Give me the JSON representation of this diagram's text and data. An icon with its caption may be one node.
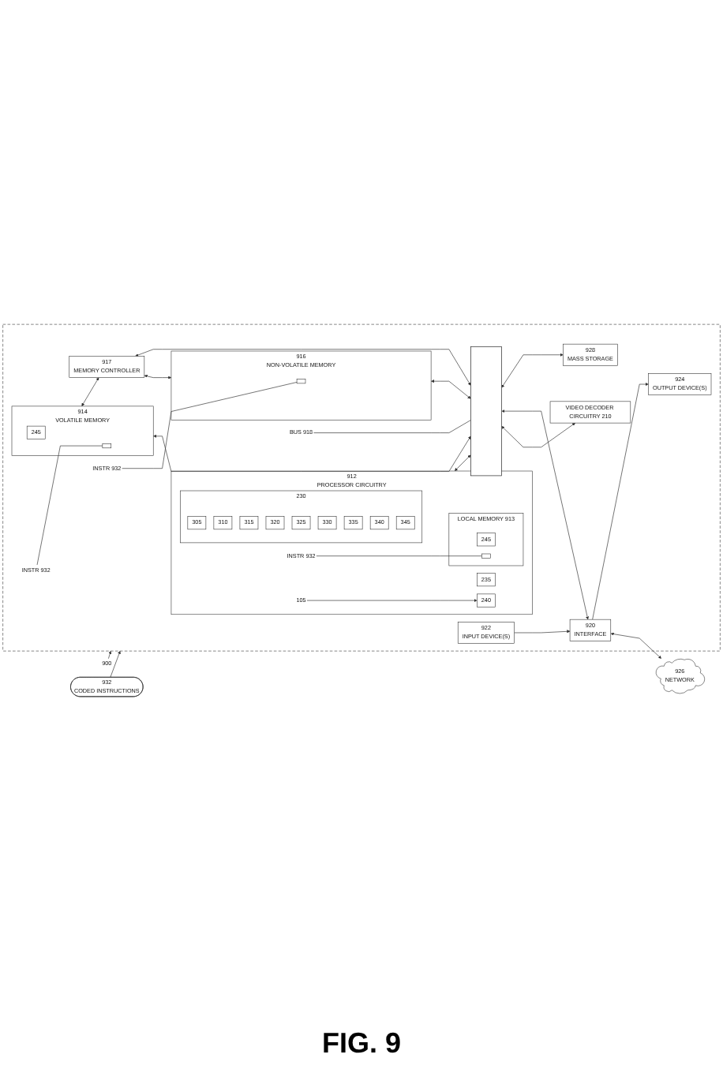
{
  "diagram": {
    "caption": "FIG. 9",
    "nodes": [
      {
        "text": [],
        "shape": "box"
      },
      {
        "text": [
          "900"
        ]
      },
      {
        "text": [
          "914",
          "VOLATILE MEMORY"
        ],
        "in": 0
      },
      {
        "text": [
          "245"
        ],
        "in": 2
      },
      {
        "text": [],
        "shape": "box",
        "in": 2
      },
      {
        "text": [
          "INSTR 932"
        ],
        "in": 0
      },
      {
        "text": [
          "917",
          "MEMORY CONTROLLER"
        ],
        "in": 0
      },
      {
        "text": [
          "916",
          "NON-VOLATILE MEMORY"
        ],
        "in": 0
      },
      {
        "text": [],
        "shape": "box",
        "in": 7
      },
      {
        "text": [
          "INSTR 932"
        ],
        "in": 0
      },
      {
        "text": [],
        "shape": "bar",
        "in": 0
      },
      {
        "text": [
          "912",
          "PROCESSOR CIRCUITRY"
        ],
        "in": 0
      },
      {
        "text": [
          "LOCAL MEMORY 913"
        ],
        "in": 11
      },
      {
        "text": [
          "245"
        ],
        "in": 12
      },
      {
        "text": [],
        "shape": "box",
        "in": 12
      },
      {
        "text": [
          "INSTR 932"
        ],
        "in": 11
      },
      {
        "text": [
          "105"
        ],
        "in": 11
      },
      {
        "text": [
          "235"
        ],
        "in": 11
      },
      {
        "text": [
          "240"
        ],
        "in": 11
      },
      {
        "text": [
          "230"
        ],
        "in": 11
      },
      {
        "text": [
          "305"
        ],
        "in": 19
      },
      {
        "text": [
          "310"
        ],
        "in": 19
      },
      {
        "text": [
          "315"
        ],
        "in": 19
      },
      {
        "text": [
          "320"
        ],
        "in": 19
      },
      {
        "text": [
          "325"
        ],
        "in": 19
      },
      {
        "text": [
          "330"
        ],
        "in": 19
      },
      {
        "text": [
          "335"
        ],
        "in": 19
      },
      {
        "text": [
          "340"
        ],
        "in": 19
      },
      {
        "text": [
          "345"
        ],
        "in": 19
      },
      {
        "text": [
          "928",
          "MASS STORAGE"
        ],
        "in": 0
      },
      {
        "text": [
          "922",
          "INPUT DEVICE(S)"
        ],
        "in": 0
      },
      {
        "text": [
          "920",
          "INTERFACE"
        ],
        "in": 0
      },
      {
        "text": [
          "924",
          "OUTPUT DEVICE(S)"
        ],
        "in": 0
      },
      {
        "text": [
          "VIDEO DECODER CIRCUITRY 210"
        ],
        "in": 0
      },
      {
        "text": [
          "932",
          "CODED INSTRUCTIONS"
        ]
      },
      {
        "text": [
          "926",
          "NETWORK"
        ]
      },
      {
        "text": [
          "BUS 918"
        ],
        "in": 0
      }
    ],
    "edges": [
      {
        "from": 1,
        "to": 0,
        "arrow": "to"
      },
      {
        "from": 5,
        "to": 4,
        "arrow": "none"
      },
      {
        "from": 9,
        "to": 8,
        "arrow": "none"
      },
      {
        "from": 15,
        "to": 14,
        "arrow": "none"
      },
      {
        "from": 16,
        "to": 18,
        "arrow": "to"
      },
      {
        "from": 2,
        "to": 6,
        "arrow": "both"
      },
      {
        "from": 6,
        "to": 7,
        "arrow": "both"
      },
      {
        "from": 2,
        "to": 10,
        "arrow": "both"
      },
      {
        "from": 6,
        "to": 10,
        "arrow": "both"
      },
      {
        "from": 7,
        "to": 10,
        "arrow": "both"
      },
      {
        "from": 11,
        "to": 10,
        "arrow": "both"
      },
      {
        "from": 10,
        "to": 29,
        "arrow": "both"
      },
      {
        "from": 10,
        "to": 31,
        "arrow": "both"
      },
      {
        "from": 10,
        "to": 33,
        "arrow": "both"
      },
      {
        "from": 30,
        "to": 31,
        "arrow": "to"
      },
      {
        "from": 31,
        "to": 32,
        "arrow": "to"
      },
      {
        "from": 31,
        "to": 35,
        "arrow": "both"
      },
      {
        "from": 34,
        "to": 0,
        "arrow": "to"
      },
      {
        "from": 36,
        "to": 10,
        "arrow": "none"
      }
    ]
  }
}
